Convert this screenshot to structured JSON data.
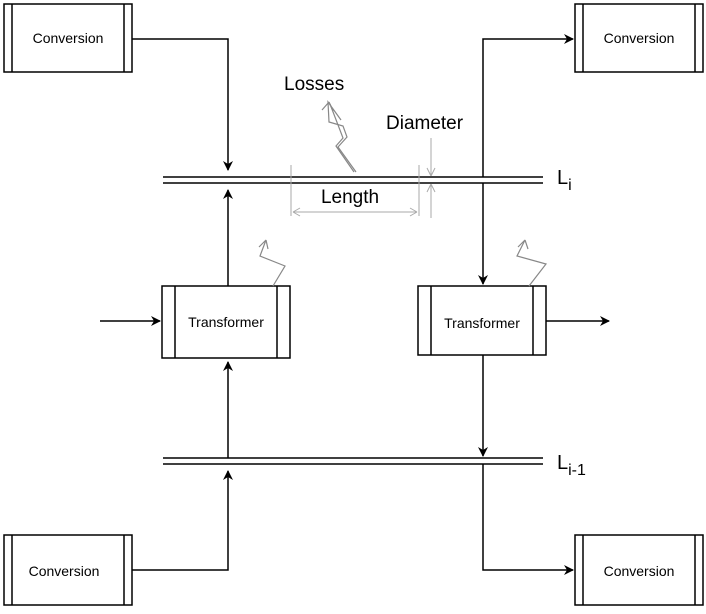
{
  "boxes": {
    "conversion_top_left": "Conversion",
    "conversion_top_right": "Conversion",
    "conversion_bottom_left": "Conversion",
    "conversion_bottom_right": "Conversion",
    "transformer_left": "Transformer",
    "transformer_right": "Transformer"
  },
  "annotations": {
    "losses": "Losses",
    "diameter": "Diameter",
    "length": "Length"
  },
  "lines": {
    "upper": {
      "letter": "L",
      "subscript": "i"
    },
    "lower": {
      "letter": "L",
      "subscript": "i-1"
    }
  }
}
